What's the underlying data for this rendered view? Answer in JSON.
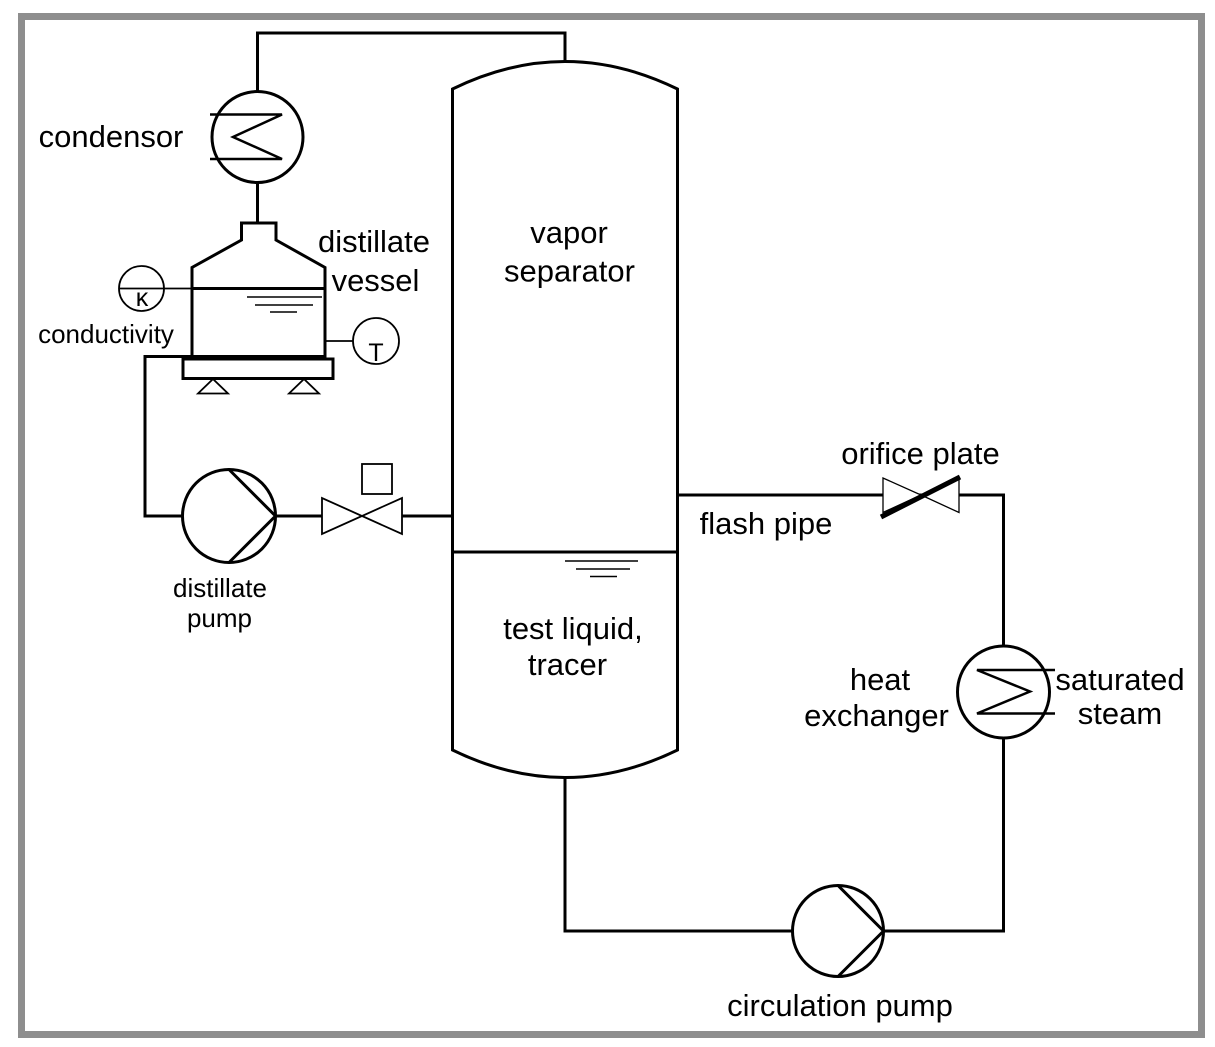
{
  "diagram": {
    "type": "process-flow-diagram",
    "colors": {
      "line": "#000000",
      "background": "#ffffff",
      "frame": "#8e8e8e",
      "text": "#000000"
    },
    "labels": {
      "condensor": "condensor",
      "distillate_vessel": {
        "line1": "distillate",
        "line2": "vessel"
      },
      "conductivity": "conductivity",
      "conductivity_symbol": "κ",
      "temperature_symbol": "T",
      "distillate_pump": {
        "line1": "distillate",
        "line2": "pump"
      },
      "vapor_separator": {
        "line1": "vapor",
        "line2": "separator"
      },
      "test_liquid": {
        "line1": "test liquid,",
        "line2": "tracer"
      },
      "flash_pipe": "flash pipe",
      "orifice_plate": "orifice plate",
      "heat_exchanger": {
        "line1": "heat",
        "line2": "exchanger"
      },
      "saturated_steam": {
        "line1": "saturated",
        "line2": "steam"
      },
      "circulation_pump": "circulation pump"
    }
  }
}
